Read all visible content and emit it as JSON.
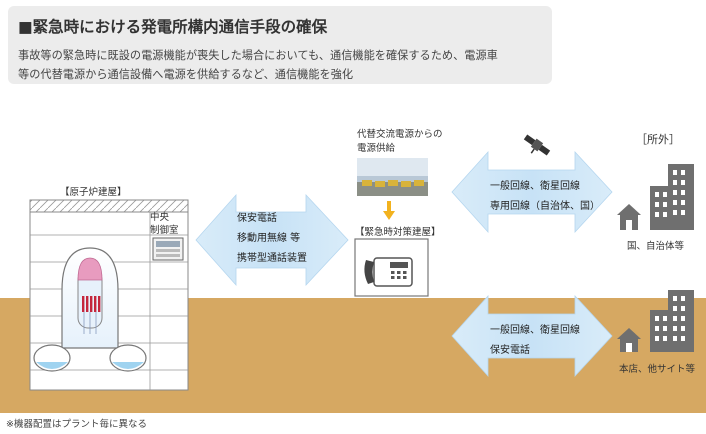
{
  "header": {
    "title": "■緊急時における発電所構内通信手段の確保",
    "description_line1": "事故等の緊急時に既設の電源機能が喪失した場合においても、通信機能を確保するため、電源車",
    "description_line2": "等の代替電源から通信設備へ電源を供給するなど、通信機能を強化"
  },
  "reactor": {
    "label": "【原子炉建屋】",
    "control_room_label_1": "中央",
    "control_room_label_2": "制御室"
  },
  "emergency": {
    "label": "【緊急時対策建屋】",
    "power_caption_1": "代替交流電源からの",
    "power_caption_2": "電源供給"
  },
  "center_arrow": {
    "items": [
      "保安電話",
      "移動用無線 等",
      "携帯型通話装置"
    ]
  },
  "right_arrow_top": {
    "items": [
      "一般回線、衛星回線",
      "専用回線（自治体、国）"
    ]
  },
  "right_arrow_bottom": {
    "items": [
      "一般回線、衛星回線",
      "保安電話"
    ]
  },
  "outside": {
    "label": "［所外］",
    "top_caption": "国、自治体等",
    "bottom_caption": "本店、他サイト等"
  },
  "footnote": "※機器配置はプラント毎に異なる",
  "colors": {
    "ground": "#d6a862",
    "arrow": "#cfe6f7",
    "building": "#6f6f6f",
    "reactor_top": "#e89bbf",
    "fuel": "#c4263d"
  }
}
